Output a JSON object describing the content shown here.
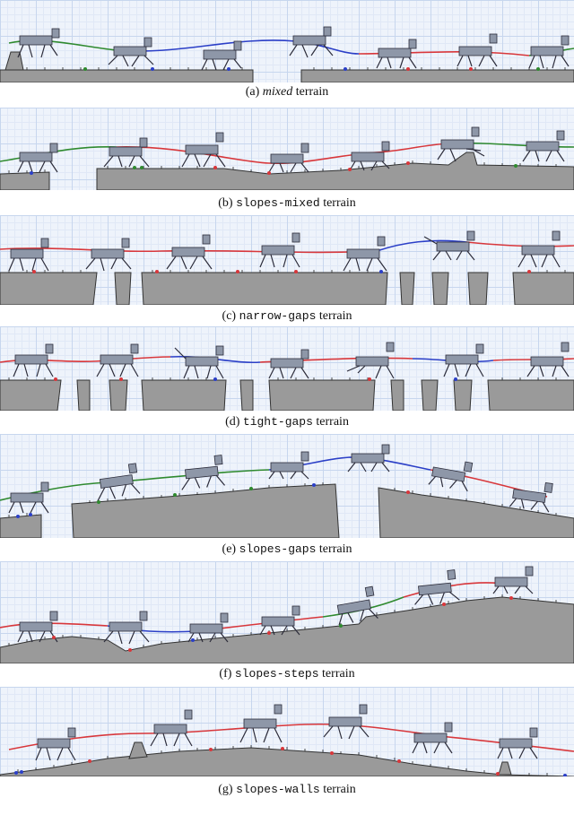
{
  "figure": {
    "panels": [
      {
        "id": "a",
        "label": "(a)",
        "terrain_name": "mixed",
        "name_style": "italic",
        "suffix": "terrain"
      },
      {
        "id": "b",
        "label": "(b)",
        "terrain_name": "slopes-mixed",
        "name_style": "mono",
        "suffix": "terrain"
      },
      {
        "id": "c",
        "label": "(c)",
        "terrain_name": "narrow-gaps",
        "name_style": "mono",
        "suffix": "terrain"
      },
      {
        "id": "d",
        "label": "(d)",
        "terrain_name": "tight-gaps",
        "name_style": "mono",
        "suffix": "terrain"
      },
      {
        "id": "e",
        "label": "(e)",
        "terrain_name": "slopes-gaps",
        "name_style": "mono",
        "suffix": "terrain"
      },
      {
        "id": "f",
        "label": "(f)",
        "terrain_name": "slopes-steps",
        "name_style": "mono",
        "suffix": "terrain"
      },
      {
        "id": "g",
        "label": "(g)",
        "terrain_name": "slopes-walls",
        "name_style": "mono",
        "suffix": "terrain"
      }
    ],
    "colors": {
      "ground": "#9a9a9a",
      "ground_edge": "#333333",
      "trajectory_red": "#d8373b",
      "trajectory_blue": "#2b3fc7",
      "trajectory_green": "#2f8a2f",
      "robot_body": "#8e97a8",
      "robot_edge": "#2c2c3a"
    }
  }
}
